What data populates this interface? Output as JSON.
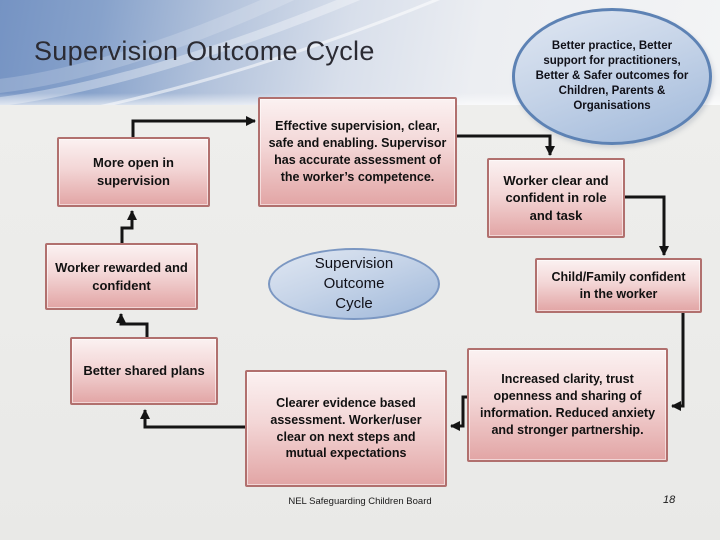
{
  "slide": {
    "title": "Supervision Outcome Cycle",
    "footer_text": "NEL Safeguarding Children Board",
    "page_number": "18"
  },
  "colors": {
    "banner_blue": "#7593c3",
    "background": "#ebebe9",
    "box_border": "#b1706e",
    "box_fill_top": "#fbf1f1",
    "box_fill_bottom": "#e2a5a5",
    "oval_border": "#5d82b4",
    "oval_fill_top": "#e0e7f2",
    "oval_fill_bottom": "#9fb8da",
    "connector": "#141414"
  },
  "diagram": {
    "outcome_oval_text": "Better practice, Better support for practitioners, Better & Safer outcomes for Children, Parents & Organisations",
    "center_oval_text": "Supervision Outcome Cycle",
    "boxes": {
      "more_open": "More open in supervision",
      "effective_supervision": "Effective supervision, clear, safe and enabling. Supervisor has accurate assessment of the worker’s competence.",
      "worker_clear": "Worker clear and confident in role and task",
      "worker_rewarded": "Worker rewarded and confident",
      "child_family": "Child/Family confident in the worker",
      "better_plans": "Better shared plans",
      "clearer_evidence": "Clearer evidence based assessment. Worker/user clear on next steps and mutual expectations",
      "increased_clarity": "Increased clarity, trust openness and sharing of information. Reduced anxiety and stronger partnership."
    }
  }
}
